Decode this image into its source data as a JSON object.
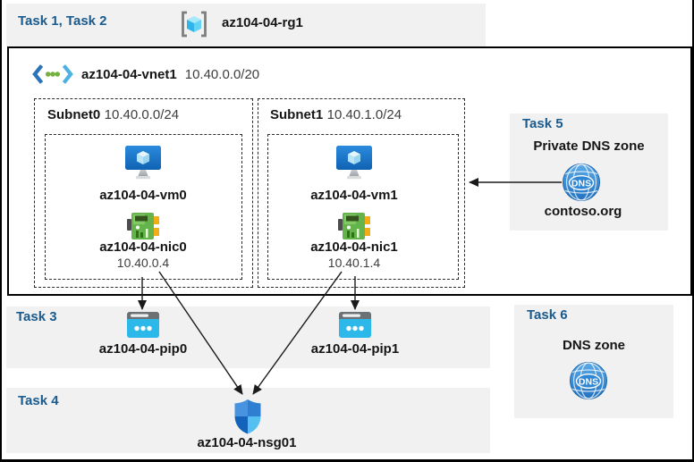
{
  "header": {
    "tasks_label": "Task 1, Task 2",
    "resource_group": "az104-04-rg1"
  },
  "vnet": {
    "name": "az104-04-vnet1",
    "cidr": "10.40.0.0/20"
  },
  "subnets": [
    {
      "name": "Subnet0",
      "cidr": "10.40.0.0/24",
      "vm": "az104-04-vm0",
      "nic": "az104-04-nic0",
      "ip": "10.40.0.4"
    },
    {
      "name": "Subnet1",
      "cidr": "10.40.1.0/24",
      "vm": "az104-04-vm1",
      "nic": "az104-04-nic1",
      "ip": "10.40.1.4"
    }
  ],
  "task3": {
    "label": "Task 3",
    "pip0": "az104-04-pip0",
    "pip1": "az104-04-pip1"
  },
  "task4": {
    "label": "Task 4",
    "nsg": "az104-04-nsg01"
  },
  "task5": {
    "label": "Task 5",
    "title": "Private DNS zone",
    "zone": "contoso.org"
  },
  "task6": {
    "label": "Task 6",
    "title": "DNS zone"
  },
  "icons": {
    "dns_label": "DNS"
  },
  "colors": {
    "task_label_blue": "#1A5A8C",
    "panel_gray": "#F1F1F1",
    "vm_blue": "#1E7BD0",
    "nic_green": "#64B44B",
    "pip_cyan": "#2CB9EA",
    "dns_blue": "#2E86D4",
    "arrow_black": "#1A1A1A"
  }
}
